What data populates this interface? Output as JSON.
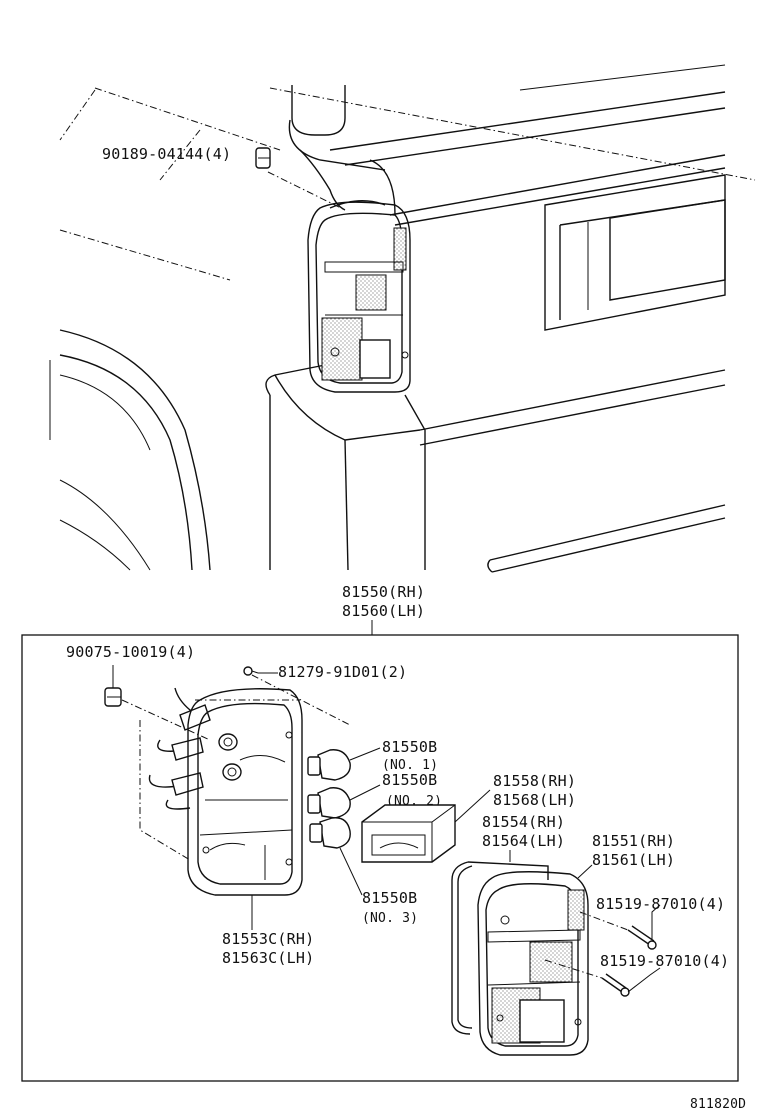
{
  "diagram": {
    "footer_code": "811820D",
    "labels": {
      "clip_top": "90189-04144(4)",
      "assembly_rh": "81550(RH)",
      "assembly_lh": "81560(LH)",
      "clip_inner": "90075-10019(4)",
      "screw": "81279-91D01(2)",
      "bulb1": "81550B",
      "bulb1_no": "(NO. 1)",
      "bulb2": "81550B",
      "bulb2_no": "(NO. 2)",
      "bulb3": "81550B",
      "bulb3_no": "(NO. 3)",
      "housing_rh": "81553C(RH)",
      "housing_lh": "81563C(LH)",
      "lamp_rh": "81558(RH)",
      "lamp_lh": "81568(LH)",
      "gasket_rh": "81554(RH)",
      "gasket_lh": "81564(LH)",
      "lens_rh": "81551(RH)",
      "lens_lh": "81561(LH)",
      "lens_screw_a": "81519-87010(4)",
      "lens_screw_b": "81519-87010(4)"
    }
  }
}
